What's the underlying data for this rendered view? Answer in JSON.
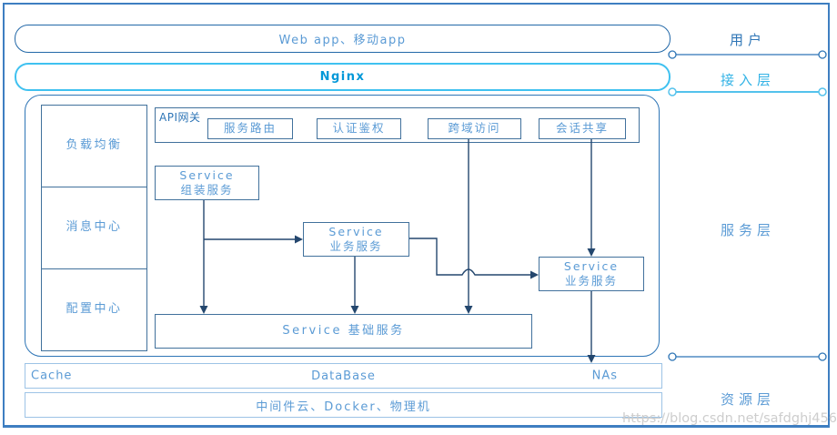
{
  "diagram": {
    "user_layer": {
      "box": "Web app、移动app",
      "label": "用户"
    },
    "access_layer": {
      "box": "Nginx",
      "label": "接入层"
    },
    "service_layer": {
      "label": "服务层",
      "infra_boxes": [
        "负载均衡",
        "消息中心",
        "配置中心"
      ],
      "api_gateway": {
        "title": "API网关",
        "modules": [
          "服务路由",
          "认证鉴权",
          "跨域访问",
          "会话共享"
        ]
      },
      "assemble_service": {
        "line1": "Service",
        "line2": "组装服务"
      },
      "business_service_left": {
        "line1": "Service",
        "line2": "业务服务"
      },
      "business_service_right": {
        "line1": "Service",
        "line2": "业务服务"
      },
      "base_service": "Service 基础服务"
    },
    "resource_layer": {
      "label": "资源层",
      "storage_row": {
        "cache": "Cache",
        "database": "DataBase",
        "nas": "NAs"
      },
      "infra_row": "中间件云、Docker、物理机"
    }
  },
  "watermark": {
    "struck": "https:",
    "rest": "//blog.csdn.net/safdghj456"
  },
  "colors": {
    "frame_blue": "#3E7EC1",
    "primary_blue": "#2E75B6",
    "node_border_blue": "#41719C",
    "text_blue": "#5B9BD5",
    "cyan_border": "#3FC1F0",
    "cyan_text": "#0098D8",
    "cyan_divider": "#54C2EC",
    "connector_navy": "#24476E",
    "light_border": "#9DC3E6",
    "watermark_gray": "#CDCDCD"
  }
}
